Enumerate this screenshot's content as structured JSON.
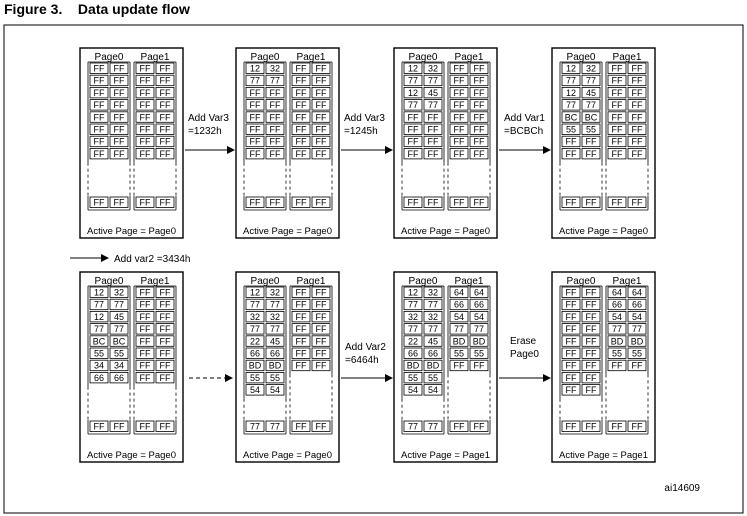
{
  "figure": {
    "number": "Figure 3.",
    "title": "Data update flow",
    "figure_id": "ai14609"
  },
  "page_headers": [
    "Page0",
    "Page1"
  ],
  "panels": [
    {
      "id": "p1",
      "active": "Active Page = Page0",
      "page0": [
        [
          "FF",
          "FF"
        ],
        [
          "FF",
          "FF"
        ],
        [
          "FF",
          "FF"
        ],
        [
          "FF",
          "FF"
        ],
        [
          "FF",
          "FF"
        ],
        [
          "FF",
          "FF"
        ],
        [
          "FF",
          "FF"
        ],
        [
          "FF",
          "FF"
        ]
      ],
      "page1": [
        [
          "FF",
          "FF"
        ],
        [
          "FF",
          "FF"
        ],
        [
          "FF",
          "FF"
        ],
        [
          "FF",
          "FF"
        ],
        [
          "FF",
          "FF"
        ],
        [
          "FF",
          "FF"
        ],
        [
          "FF",
          "FF"
        ],
        [
          "FF",
          "FF"
        ]
      ],
      "bottom0": [
        "FF",
        "FF"
      ],
      "bottom1": [
        "FF",
        "FF"
      ]
    },
    {
      "id": "p2",
      "active": "Active Page = Page0",
      "page0": [
        [
          "12",
          "32"
        ],
        [
          "77",
          "77"
        ],
        [
          "FF",
          "FF"
        ],
        [
          "FF",
          "FF"
        ],
        [
          "FF",
          "FF"
        ],
        [
          "FF",
          "FF"
        ],
        [
          "FF",
          "FF"
        ],
        [
          "FF",
          "FF"
        ]
      ],
      "page1": [
        [
          "FF",
          "FF"
        ],
        [
          "FF",
          "FF"
        ],
        [
          "FF",
          "FF"
        ],
        [
          "FF",
          "FF"
        ],
        [
          "FF",
          "FF"
        ],
        [
          "FF",
          "FF"
        ],
        [
          "FF",
          "FF"
        ],
        [
          "FF",
          "FF"
        ]
      ],
      "bottom0": [
        "FF",
        "FF"
      ],
      "bottom1": [
        "FF",
        "FF"
      ]
    },
    {
      "id": "p3",
      "active": "Active Page = Page0",
      "page0": [
        [
          "12",
          "32"
        ],
        [
          "77",
          "77"
        ],
        [
          "12",
          "45"
        ],
        [
          "77",
          "77"
        ],
        [
          "FF",
          "FF"
        ],
        [
          "FF",
          "FF"
        ],
        [
          "FF",
          "FF"
        ],
        [
          "FF",
          "FF"
        ]
      ],
      "page1": [
        [
          "FF",
          "FF"
        ],
        [
          "FF",
          "FF"
        ],
        [
          "FF",
          "FF"
        ],
        [
          "FF",
          "FF"
        ],
        [
          "FF",
          "FF"
        ],
        [
          "FF",
          "FF"
        ],
        [
          "FF",
          "FF"
        ],
        [
          "FF",
          "FF"
        ]
      ],
      "bottom0": [
        "FF",
        "FF"
      ],
      "bottom1": [
        "FF",
        "FF"
      ]
    },
    {
      "id": "p4",
      "active": "Active Page = Page0",
      "page0": [
        [
          "12",
          "32"
        ],
        [
          "77",
          "77"
        ],
        [
          "12",
          "45"
        ],
        [
          "77",
          "77"
        ],
        [
          "BC",
          "BC"
        ],
        [
          "55",
          "55"
        ],
        [
          "FF",
          "FF"
        ],
        [
          "FF",
          "FF"
        ]
      ],
      "page1": [
        [
          "FF",
          "FF"
        ],
        [
          "FF",
          "FF"
        ],
        [
          "FF",
          "FF"
        ],
        [
          "FF",
          "FF"
        ],
        [
          "FF",
          "FF"
        ],
        [
          "FF",
          "FF"
        ],
        [
          "FF",
          "FF"
        ],
        [
          "FF",
          "FF"
        ]
      ],
      "bottom0": [
        "FF",
        "FF"
      ],
      "bottom1": [
        "FF",
        "FF"
      ]
    },
    {
      "id": "p5",
      "active": "Active Page = Page0",
      "page0": [
        [
          "12",
          "32"
        ],
        [
          "77",
          "77"
        ],
        [
          "12",
          "45"
        ],
        [
          "77",
          "77"
        ],
        [
          "BC",
          "BC"
        ],
        [
          "55",
          "55"
        ],
        [
          "34",
          "34"
        ],
        [
          "66",
          "66"
        ]
      ],
      "page1": [
        [
          "FF",
          "FF"
        ],
        [
          "FF",
          "FF"
        ],
        [
          "FF",
          "FF"
        ],
        [
          "FF",
          "FF"
        ],
        [
          "FF",
          "FF"
        ],
        [
          "FF",
          "FF"
        ],
        [
          "FF",
          "FF"
        ],
        [
          "FF",
          "FF"
        ]
      ],
      "bottom0": [
        "FF",
        "FF"
      ],
      "bottom1": [
        "FF",
        "FF"
      ]
    },
    {
      "id": "p6",
      "active": "Active Page = Page0",
      "page0": [
        [
          "12",
          "32"
        ],
        [
          "77",
          "77"
        ],
        [
          "32",
          "32"
        ],
        [
          "77",
          "77"
        ],
        [
          "22",
          "45"
        ],
        [
          "66",
          "66"
        ],
        [
          "BD",
          "BD"
        ],
        [
          "55",
          "55"
        ],
        [
          "54",
          "54"
        ]
      ],
      "page1": [
        [
          "FF",
          "FF"
        ],
        [
          "FF",
          "FF"
        ],
        [
          "FF",
          "FF"
        ],
        [
          "FF",
          "FF"
        ],
        [
          "FF",
          "FF"
        ],
        [
          "FF",
          "FF"
        ],
        [
          "FF",
          "FF"
        ]
      ],
      "bottom0": [
        "77",
        "77"
      ],
      "bottom1": [
        "FF",
        "FF"
      ]
    },
    {
      "id": "p7",
      "active": "Active Page = Page1",
      "page0": [
        [
          "12",
          "32"
        ],
        [
          "77",
          "77"
        ],
        [
          "32",
          "32"
        ],
        [
          "77",
          "77"
        ],
        [
          "22",
          "45"
        ],
        [
          "66",
          "66"
        ],
        [
          "BD",
          "BD"
        ],
        [
          "55",
          "55"
        ],
        [
          "54",
          "54"
        ]
      ],
      "page1": [
        [
          "64",
          "64"
        ],
        [
          "66",
          "66"
        ],
        [
          "54",
          "54"
        ],
        [
          "77",
          "77"
        ],
        [
          "BD",
          "BD"
        ],
        [
          "55",
          "55"
        ],
        [
          "FF",
          "FF"
        ]
      ],
      "bottom0": [
        "77",
        "77"
      ],
      "bottom1": [
        "FF",
        "FF"
      ]
    },
    {
      "id": "p8",
      "active": "Active Page = Page1",
      "page0": [
        [
          "FF",
          "FF"
        ],
        [
          "FF",
          "FF"
        ],
        [
          "FF",
          "FF"
        ],
        [
          "FF",
          "FF"
        ],
        [
          "FF",
          "FF"
        ],
        [
          "FF",
          "FF"
        ],
        [
          "FF",
          "FF"
        ],
        [
          "FF",
          "FF"
        ],
        [
          "FF",
          "FF"
        ]
      ],
      "page1": [
        [
          "64",
          "64"
        ],
        [
          "66",
          "66"
        ],
        [
          "54",
          "54"
        ],
        [
          "77",
          "77"
        ],
        [
          "BD",
          "BD"
        ],
        [
          "55",
          "55"
        ],
        [
          "FF",
          "FF"
        ]
      ],
      "bottom0": [
        "FF",
        "FF"
      ],
      "bottom1": [
        "FF",
        "FF"
      ]
    }
  ],
  "transitions": [
    {
      "from": "p1",
      "to": "p2",
      "line1": "Add Var3",
      "line2": "=1232h"
    },
    {
      "from": "p2",
      "to": "p3",
      "line1": "Add Var3",
      "line2": "=1245h"
    },
    {
      "from": "p3",
      "to": "p4",
      "line1": "Add Var1",
      "line2": "=BCBCh"
    },
    {
      "from": "p4",
      "to": "p5",
      "line1": "Add var2  =3434h",
      "line2": ""
    },
    {
      "from": "p5",
      "to": "p6",
      "line1": "",
      "line2": "",
      "style": "dashed"
    },
    {
      "from": "p6",
      "to": "p7",
      "line1": "Add Var2",
      "line2": "=6464h"
    },
    {
      "from": "p7",
      "to": "p8",
      "line1": "Erase",
      "line2": "Page0"
    }
  ]
}
